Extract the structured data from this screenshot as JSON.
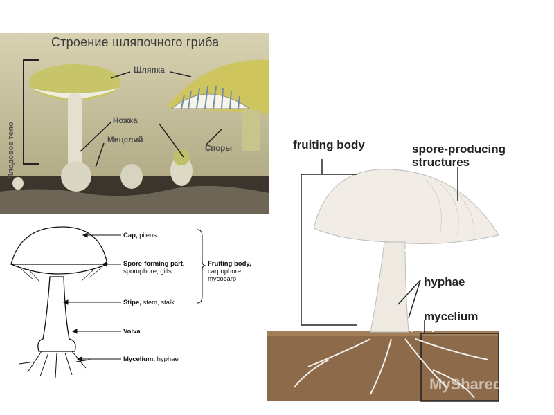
{
  "ru_panel": {
    "title": "Строение шляпочного гриба",
    "labels": {
      "cap": "Шляпка",
      "stem": "Ножка",
      "mycelium": "Мицелий",
      "spores": "Споры",
      "fruiting_body": "Плодовое тело"
    }
  },
  "line_panel": {
    "labels": [
      {
        "bold": "Cap,",
        "rest": " pileus"
      },
      {
        "bold": "Spore-forming part,",
        "rest": "sporophore, gills"
      },
      {
        "bold": "Stipe,",
        "rest": " stem, stalk"
      },
      {
        "bold": "Volva",
        "rest": ""
      },
      {
        "bold": "Mycelium,",
        "rest": " hyphae"
      }
    ],
    "fruiting_body": {
      "bold": "Fruiting body,",
      "rest": "carpophore, mycocarp"
    }
  },
  "big_panel": {
    "fruiting_body": "fruiting body",
    "spore_producing": "spore-producing structures",
    "hyphae": "hyphae",
    "mycelium": "mycelium"
  },
  "watermark": "MyShared"
}
